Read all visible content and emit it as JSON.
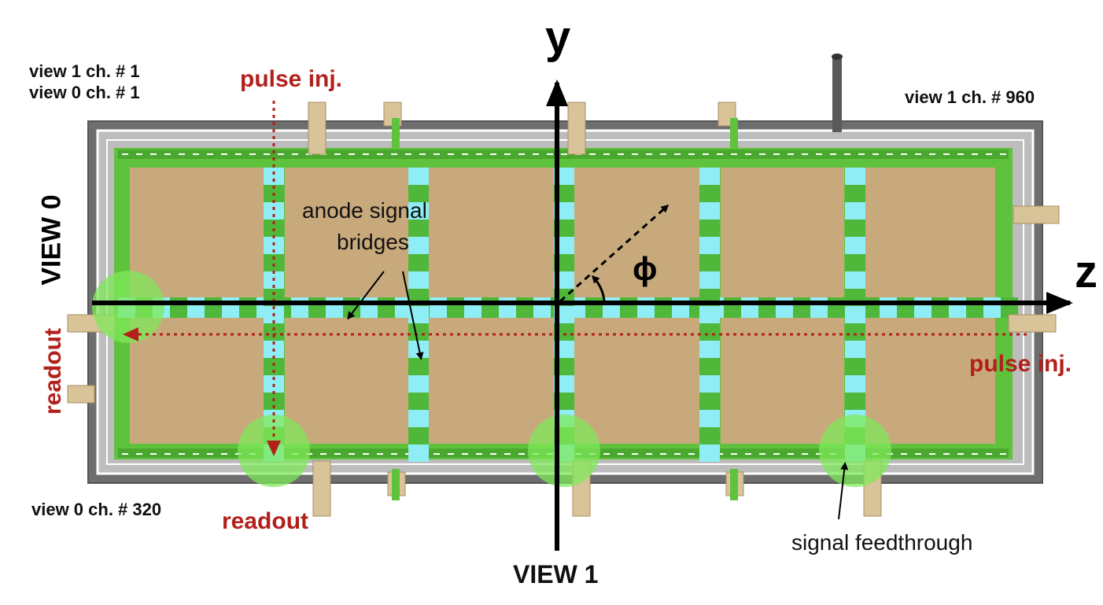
{
  "axes": {
    "y_label": "y",
    "z_label": "z",
    "phi_label": "ϕ"
  },
  "views": {
    "view0": "VIEW 0",
    "view1": "VIEW 1"
  },
  "channels": {
    "top_left_line1": "view 1 ch. # 1",
    "top_left_line2": "view 0 ch. # 1",
    "top_right": "view 1 ch. # 960",
    "bottom_left": "view 0 ch. # 320"
  },
  "annotations": {
    "pulse_inj_top": "pulse inj.",
    "pulse_inj_right": "pulse inj.",
    "readout_left": "readout",
    "readout_bottom": "readout",
    "anode_line1": "anode signal",
    "anode_line2": "bridges",
    "feedthrough": "signal feedthrough"
  },
  "colors": {
    "frame_gray": "#6e6e6e",
    "inner_frame": "#bdbdbd",
    "anode_tan": "#c8a97c",
    "border_green": "#5fc23c",
    "bridge_cyan": "#8feef5",
    "bridge_green": "#4fb83a",
    "highlight_green": "#7fe85a",
    "annotation_red": "#b3201b",
    "connector_tan": "#d9c49a"
  }
}
